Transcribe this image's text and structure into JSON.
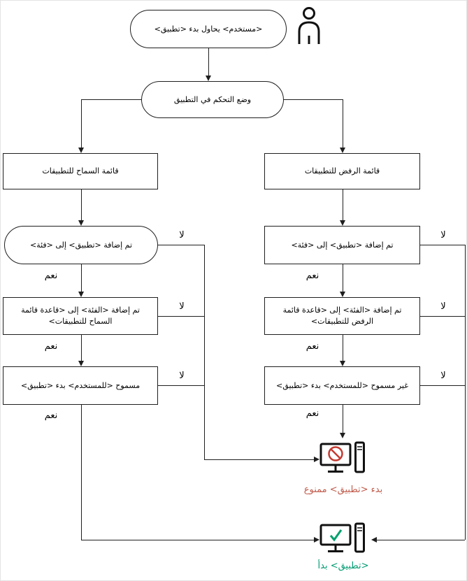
{
  "diagram": {
    "start_node": "<مستخدم> يحاول بدء <تطبيق>",
    "mode_node": "وضع التحكم في التطبيق",
    "labels": {
      "yes": "نعم",
      "no": "لا"
    },
    "allow_branch": {
      "title": "قائمة السماح للتطبيقات",
      "steps": [
        "تم إضافة <تطبيق> إلى <فئة>",
        "تم إضافة <الفئة> إلى <قاعدة قائمة السماح للتطبيقات>",
        "مسموح <للمستخدم> بدء <تطبيق>"
      ]
    },
    "deny_branch": {
      "title": "قائمة الرفض للتطبيقات",
      "steps": [
        "تم إضافة <تطبيق> إلى <فئة>",
        "تم إضافة <الفئة> إلى <قاعدة قائمة الرفض للتطبيقات>",
        "غير مسموح <للمستخدم> بدء <تطبيق>"
      ]
    },
    "outcomes": {
      "blocked": {
        "label": "بدء <تطبيق> ممنوع",
        "color": "#c05b4b",
        "icon": "computer-blocked-icon"
      },
      "started": {
        "label": "<تطبيق> بدأ",
        "color": "#009b72",
        "icon": "computer-started-icon"
      }
    },
    "icons": {
      "user": "user-icon",
      "prohibition": "no-entry-icon",
      "success": "check-icon"
    },
    "line_color": "#1f1f1f"
  }
}
